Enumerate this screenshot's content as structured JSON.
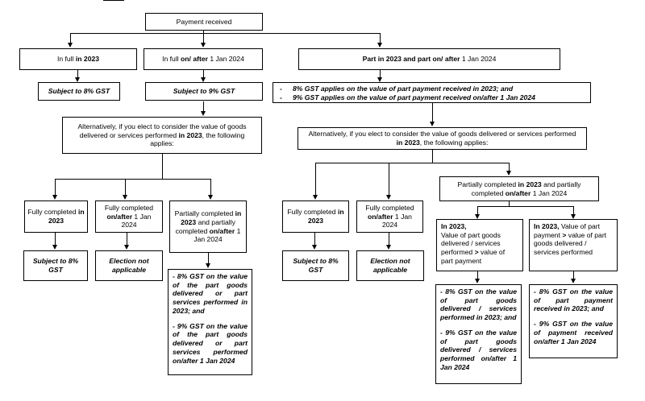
{
  "root": "Payment received",
  "b_full23": {
    "a": "In full ",
    "b": "in 2023"
  },
  "b_fullafter": {
    "a": "In full ",
    "b": "on/ after",
    "c": " 1 Jan 2024"
  },
  "b_part": {
    "a": "Part in 2023 and part on/ after",
    "b": " 1 Jan 2024"
  },
  "s8": "Subject to 8% GST",
  "s9": "Subject to 9% GST",
  "part_rules": [
    {
      "dash": "-",
      "text": "8% GST applies on the value of part payment received in 2023; and"
    },
    {
      "dash": "-",
      "text": "9% GST applies on the value of part payment received on/after 1 Jan 2024"
    }
  ],
  "alt_left": {
    "a": "Alternatively, if you elect to consider the value of goods delivered or services performed ",
    "b": "in 2023",
    "c": ", the following applies:"
  },
  "alt_right": {
    "a": "Alternatively, if you elect to consider the value of goods delivered or services performed ",
    "b": "in 2023",
    "c": ", the following applies:"
  },
  "fc23": {
    "a": "Fully completed ",
    "b": "in 2023"
  },
  "fcafter": {
    "a": "Fully completed ",
    "b": "on/after",
    "c": " 1 Jan 2024"
  },
  "pc": {
    "a": "Partially completed ",
    "b": "in 2023",
    "c": " and partially completed ",
    "d": "on/after",
    "e": " 1 Jan 2024"
  },
  "pc_r": {
    "a": "Partially completed ",
    "b": "in 2023",
    "c": " and partially completed ",
    "d": "on/after",
    "e": " 1 Jan 2024"
  },
  "s8gst": "Subject to 8% GST",
  "ena": "Election not applicable",
  "left_pc_rules": [
    "- 8% GST on the value of the part goods delivered or part services performed in 2023; and",
    "- 9% GST on the value of the part goods delivered or part services performed on/after 1 Jan 2024"
  ],
  "case_a": {
    "b": "In 2023,",
    "t": "Value of part goods delivered / services performed ",
    "g": ">",
    "t2": " value of part payment"
  },
  "case_b": {
    "b": "In 2023,",
    "t": " Value of part payment ",
    "g": ">",
    "t2": " value of part goods delivered / services performed"
  },
  "case_a_rules": [
    "- 8% GST on the value of part goods delivered / services performed in 2023; and",
    "- 9% GST on the value of part goods delivered / services performed on/after 1 Jan 2024"
  ],
  "case_b_rules": [
    "- 8% GST on the value of part payment received in 2023; and",
    "- 9% GST on the value of payment received on/after 1 Jan 2024"
  ]
}
